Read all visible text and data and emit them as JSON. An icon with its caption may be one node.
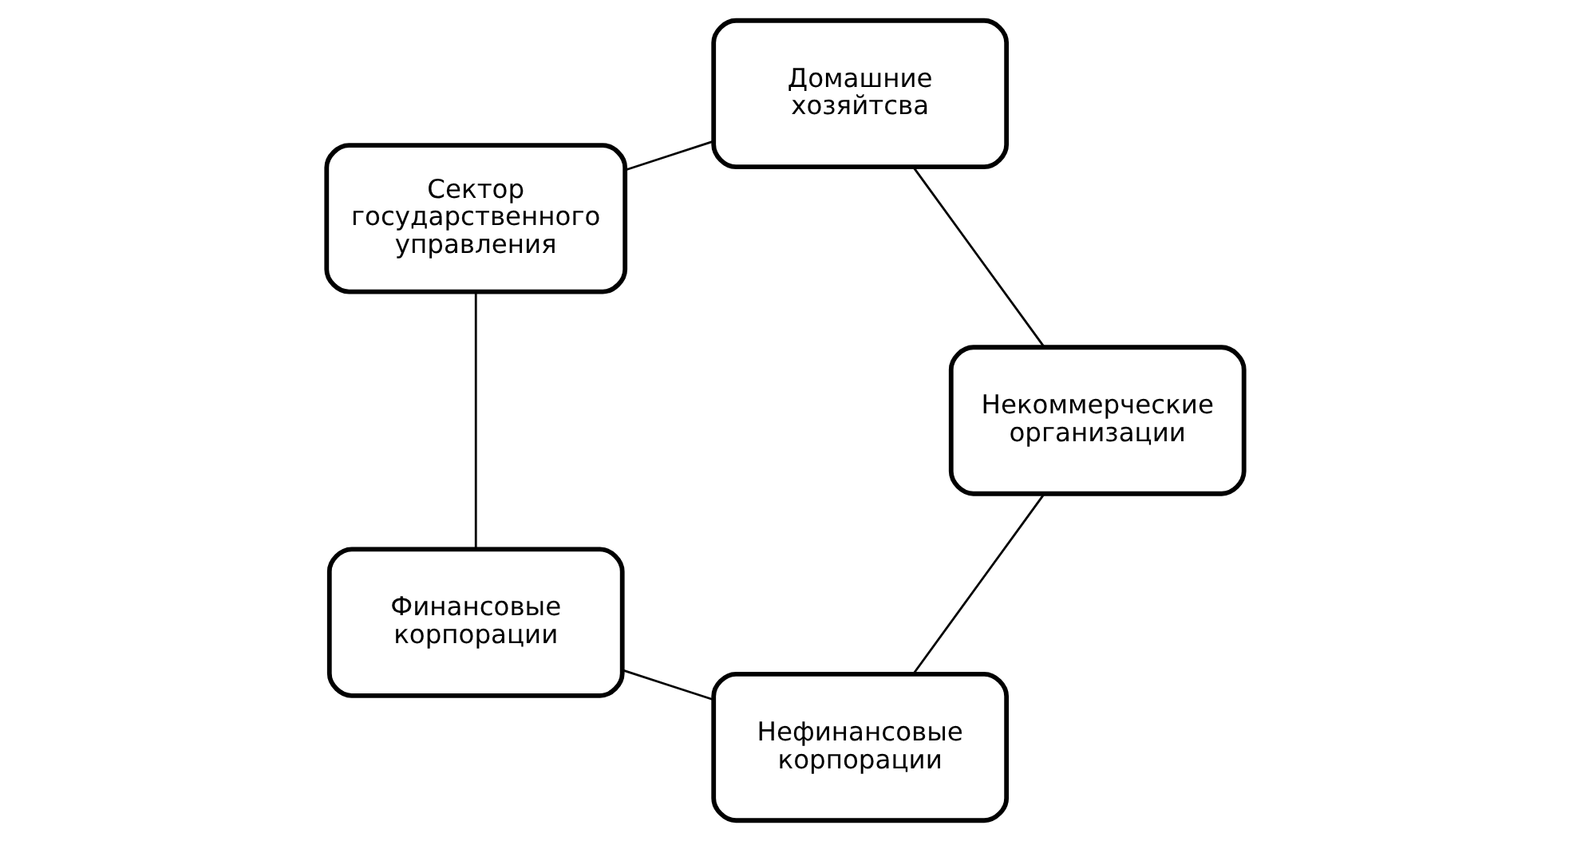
{
  "diagram": {
    "nodes": [
      {
        "text": [
          "Нефинансовые корпорации"
        ]
      },
      {
        "text": [
          "Некоммерческие организации"
        ]
      },
      {
        "text": [
          "Финансовые корпорации"
        ]
      },
      {
        "text": [
          "Домашние хозяйтсва"
        ]
      },
      {
        "text": [
          "Сектор государственного управления"
        ]
      }
    ],
    "edges": [
      {
        "from": 0,
        "to": 2,
        "arrow": "none"
      },
      {
        "from": 2,
        "to": 4,
        "arrow": "none"
      },
      {
        "from": 4,
        "to": 3,
        "arrow": "none"
      },
      {
        "from": 3,
        "to": 1,
        "arrow": "none"
      },
      {
        "from": 1,
        "to": 0,
        "arrow": "none"
      }
    ]
  }
}
